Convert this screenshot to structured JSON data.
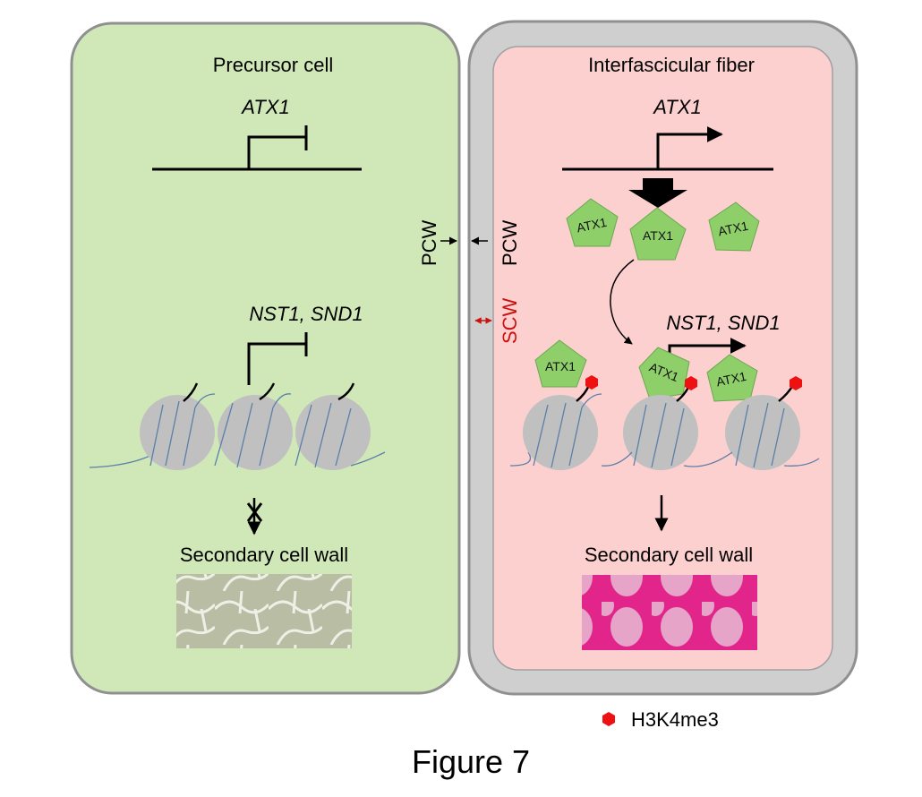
{
  "figure_label": "Figure 7",
  "left_cell": {
    "title": "Precursor cell",
    "gene_top": "ATX1",
    "gene_targets": "NST1, SND1",
    "outcome": "Secondary cell wall",
    "state": "repressed"
  },
  "right_cell": {
    "title": "Interfascicular fiber",
    "gene_top": "ATX1",
    "gene_targets": "NST1, SND1",
    "outcome": "Secondary cell wall",
    "state": "active",
    "protein_label": "ATX1"
  },
  "wall_labels": {
    "pcw_left": "PCW",
    "pcw_right": "PCW",
    "scw": "SCW"
  },
  "legend": {
    "marker_label": "H3K4me3"
  },
  "colors": {
    "left_fill": "#d0e8b8",
    "right_fill": "#fdd0d0",
    "wall_gray": "#cfcfcf",
    "pentagon": "#8fcf6a",
    "nucleosome": "#c0c0c0",
    "dna": "#5a7fa8",
    "h3k4me3": "#ee1111",
    "scw": "#cc1111"
  }
}
